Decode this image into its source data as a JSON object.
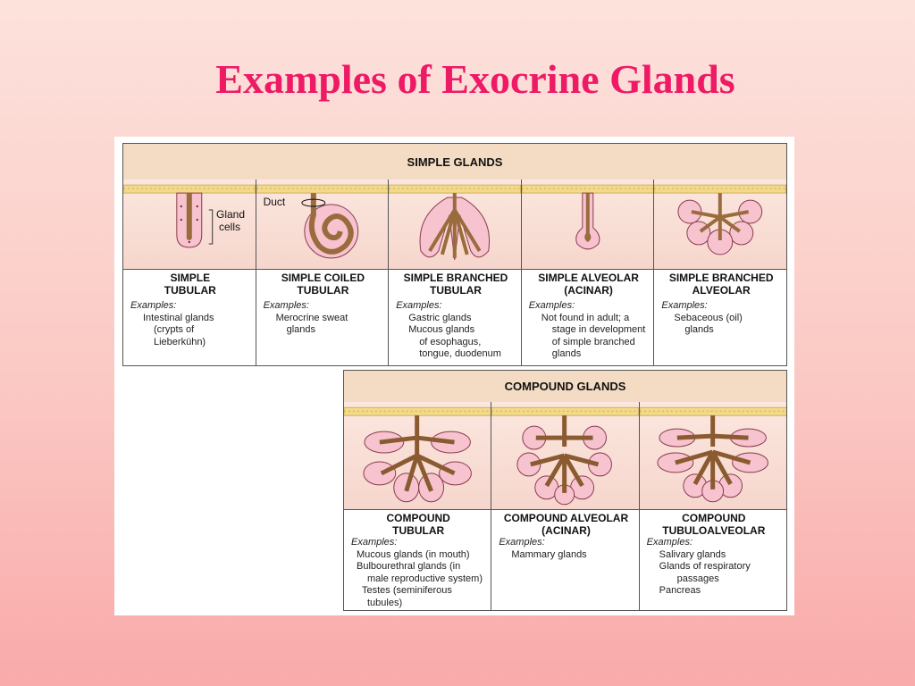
{
  "slide": {
    "title": "Examples of Exocrine Glands"
  },
  "simple": {
    "header": "SIMPLE GLANDS",
    "duct_label": "Duct",
    "gland_cells_label": [
      "Gland",
      "cells"
    ],
    "glands": [
      {
        "name": [
          "SIMPLE",
          "TUBULAR"
        ],
        "examples_label": "Examples:",
        "examples": [
          "Intestinal glands",
          "(crypts of",
          "Lieberkühn)"
        ]
      },
      {
        "name": [
          "SIMPLE COILED",
          "TUBULAR"
        ],
        "examples_label": "Examples:",
        "examples": [
          "Merocrine sweat",
          "glands"
        ]
      },
      {
        "name": [
          "SIMPLE BRANCHED",
          "TUBULAR"
        ],
        "examples_label": "Examples:",
        "examples": [
          "Gastric glands",
          "Mucous glands",
          "of esophagus,",
          "tongue, duodenum"
        ]
      },
      {
        "name": [
          "SIMPLE ALVEOLAR",
          "(ACINAR)"
        ],
        "examples_label": "Examples:",
        "examples": [
          "Not found in adult; a",
          "stage in development",
          "of simple branched",
          "glands"
        ]
      },
      {
        "name": [
          "SIMPLE BRANCHED",
          "ALVEOLAR"
        ],
        "examples_label": "Examples:",
        "examples": [
          "Sebaceous (oil)",
          "glands"
        ]
      }
    ]
  },
  "compound": {
    "header": "COMPOUND GLANDS",
    "glands": [
      {
        "name": [
          "COMPOUND",
          "TUBULAR"
        ],
        "examples_label": "Examples:",
        "examples": [
          "Mucous glands (in mouth)",
          "Bulbourethral glands (in",
          "male reproductive system)",
          "Testes (seminiferous",
          "tubules)"
        ]
      },
      {
        "name": [
          "COMPOUND ALVEOLAR",
          "(ACINAR)"
        ],
        "examples_label": "Examples:",
        "examples": [
          "Mammary glands"
        ]
      },
      {
        "name": [
          "COMPOUND",
          "TUBULOALVEOLAR"
        ],
        "examples_label": "Examples:",
        "examples": [
          "Salivary glands",
          "Glands of respiratory",
          "passages",
          "Pancreas"
        ]
      }
    ]
  }
}
